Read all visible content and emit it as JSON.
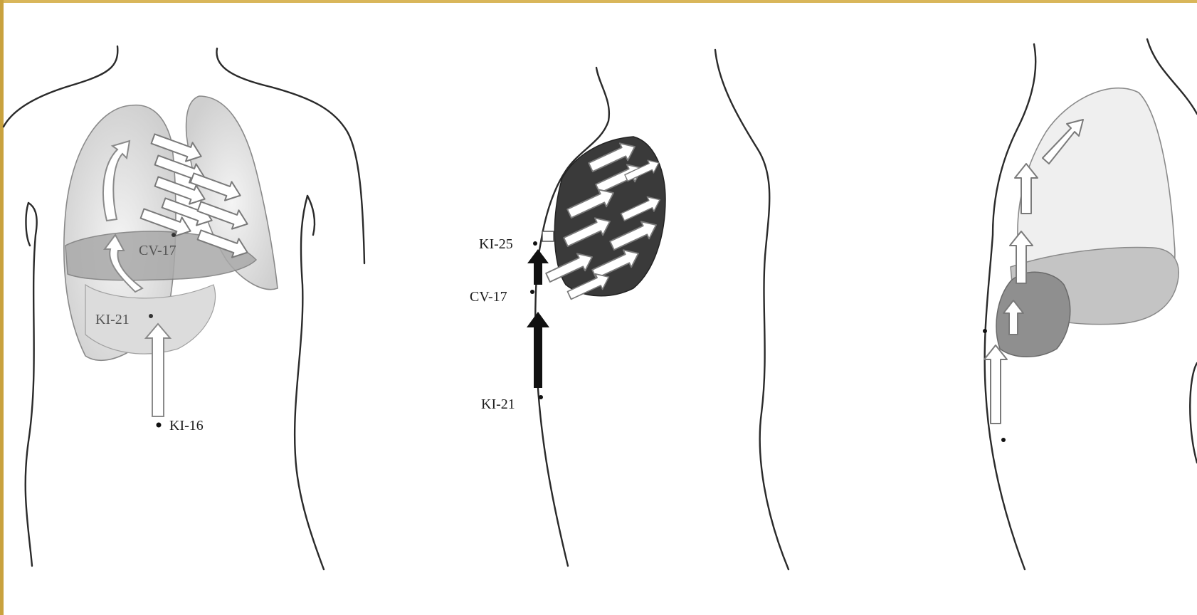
{
  "colors": {
    "frame_gold": "#d9b65a",
    "outline": "#2a2a2a",
    "lung_fill": "#e6e6e6",
    "liver_fill": "#b9b9b9",
    "dark_arrow": "#111111"
  },
  "panels": {
    "front": {
      "labels": {
        "cv17": "CV-17",
        "ki21": "KI-21",
        "ki16": "KI-16"
      }
    },
    "side": {
      "labels": {
        "ki25": "KI-25",
        "cv17": "CV-17",
        "ki21": "KI-21"
      }
    },
    "right": {
      "labels": {}
    }
  }
}
